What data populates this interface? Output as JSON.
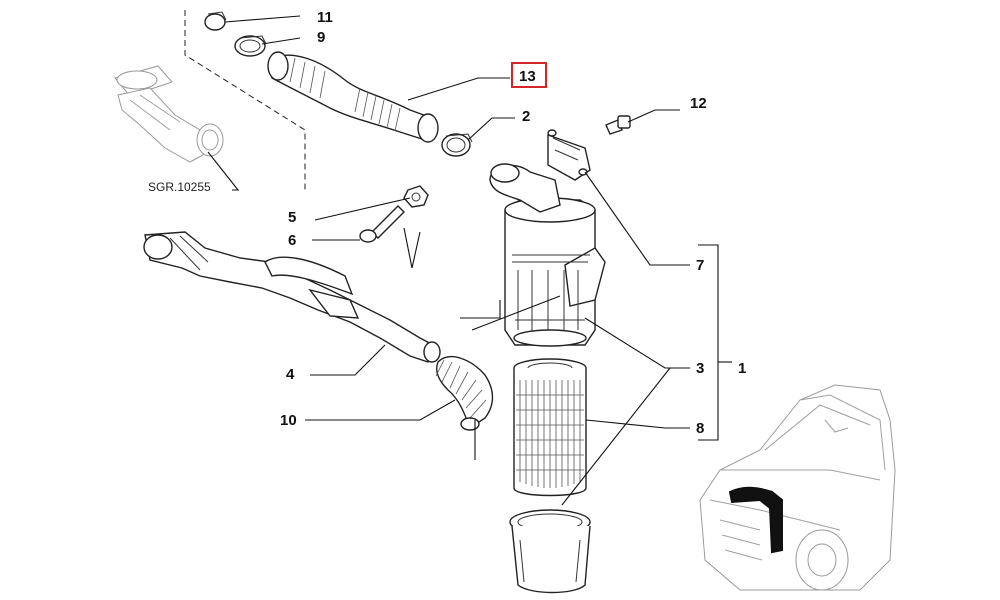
{
  "diagram": {
    "reference_code": "SGR.10255",
    "highlight_color": "#d62728",
    "callouts": [
      {
        "id": "c1",
        "label": "1"
      },
      {
        "id": "c2",
        "label": "2"
      },
      {
        "id": "c3",
        "label": "3"
      },
      {
        "id": "c4",
        "label": "4"
      },
      {
        "id": "c5",
        "label": "5"
      },
      {
        "id": "c6",
        "label": "6"
      },
      {
        "id": "c7",
        "label": "7"
      },
      {
        "id": "c8",
        "label": "8"
      },
      {
        "id": "c9",
        "label": "9"
      },
      {
        "id": "c10",
        "label": "10"
      },
      {
        "id": "c11",
        "label": "11"
      },
      {
        "id": "c12",
        "label": "12"
      },
      {
        "id": "c13",
        "label": "13",
        "highlighted": true
      }
    ]
  }
}
